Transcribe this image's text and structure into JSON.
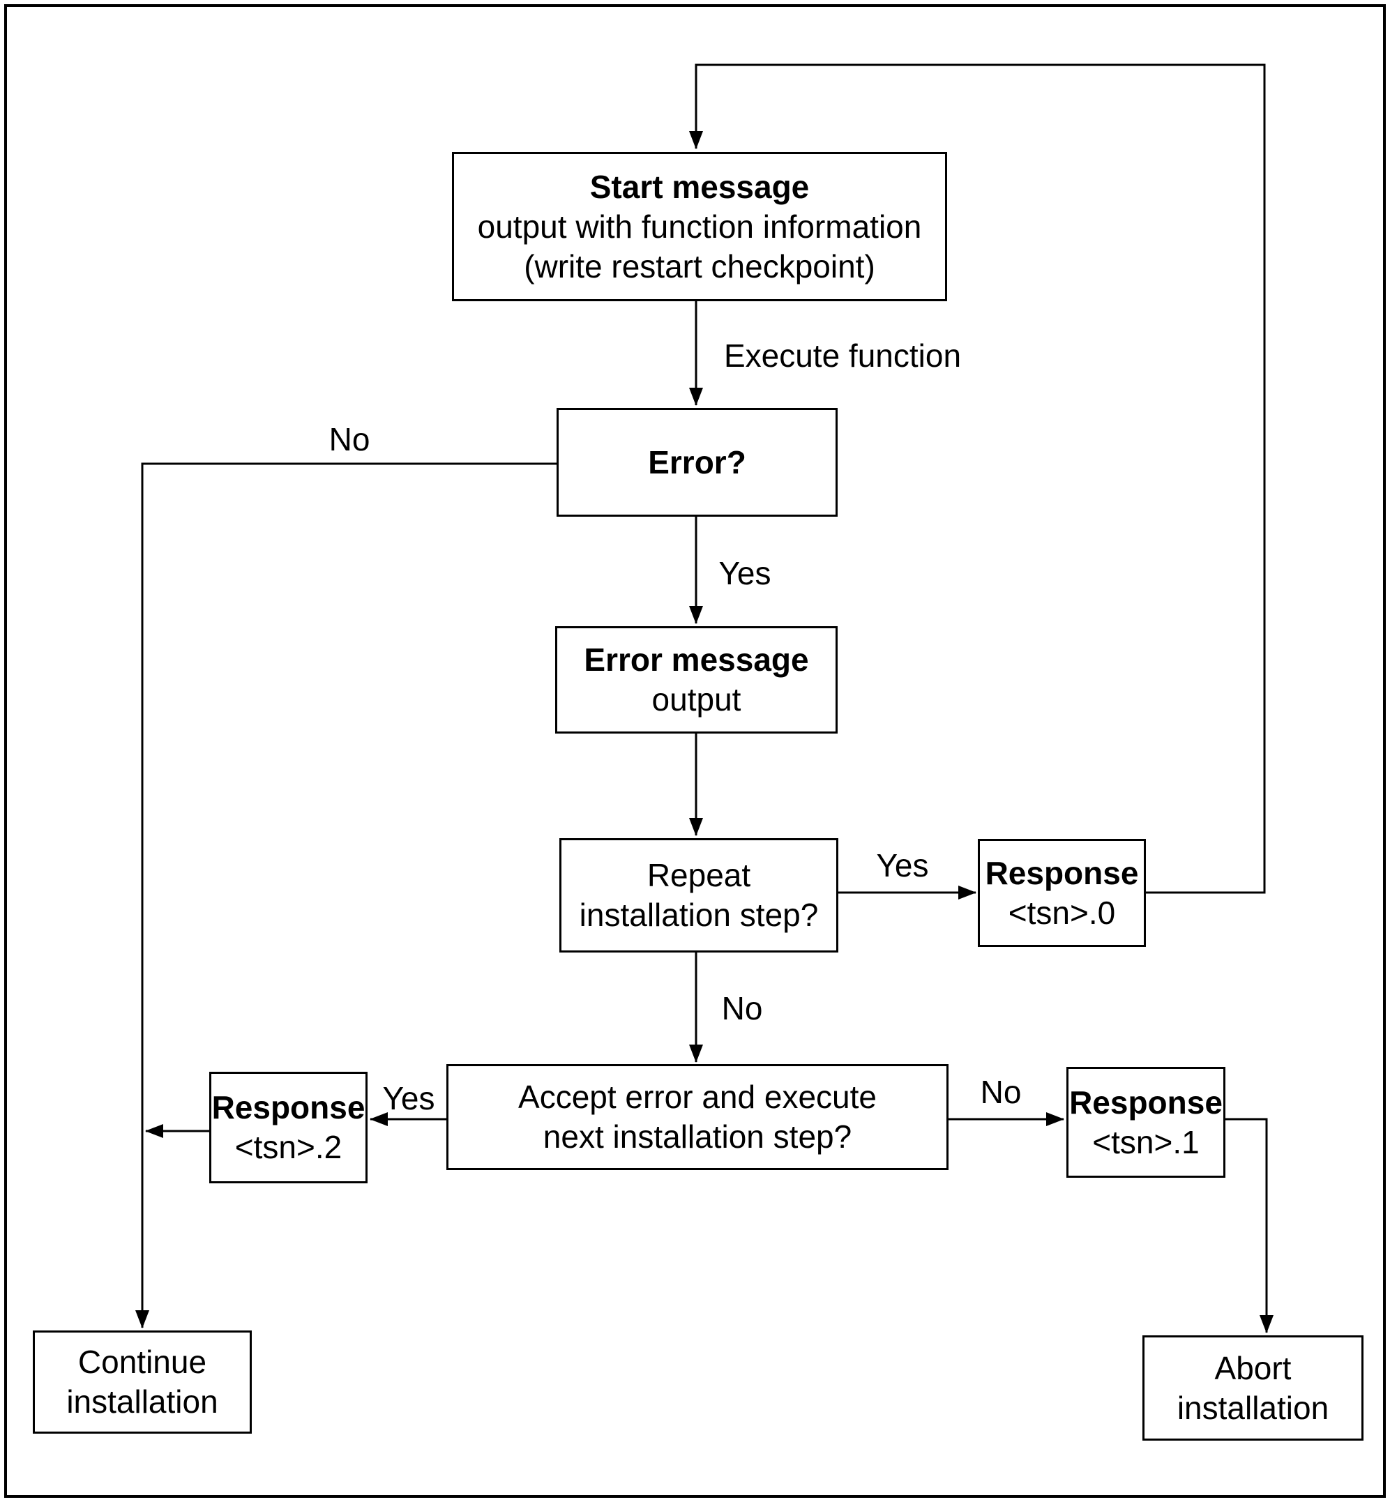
{
  "diagram": {
    "colors": {
      "background": "#ffffff",
      "stroke": "#000000",
      "text": "#000000"
    },
    "nodes": {
      "start_message": {
        "line1": "Start message",
        "line2": "output with function information",
        "line3": "(write restart checkpoint)"
      },
      "error": {
        "line1": "Error?"
      },
      "error_message": {
        "line1": "Error message",
        "line2": "output"
      },
      "repeat_step": {
        "line1": "Repeat",
        "line2": "installation step?"
      },
      "response_0": {
        "line1": "Response",
        "line2": "<tsn>.0"
      },
      "accept_error": {
        "line1": "Accept error and execute",
        "line2": "next installation step?"
      },
      "response_2": {
        "line1": "Response",
        "line2": "<tsn>.2"
      },
      "response_1": {
        "line1": "Response",
        "line2": "<tsn>.1"
      },
      "continue_installation": {
        "line1": "Continue",
        "line2": "installation"
      },
      "abort_installation": {
        "line1": "Abort",
        "line2": "installation"
      }
    },
    "edge_labels": {
      "execute_function": "Execute function",
      "error_no": "No",
      "error_yes": "Yes",
      "repeat_yes": "Yes",
      "repeat_no": "No",
      "accept_yes": "Yes",
      "accept_no": "No"
    }
  }
}
